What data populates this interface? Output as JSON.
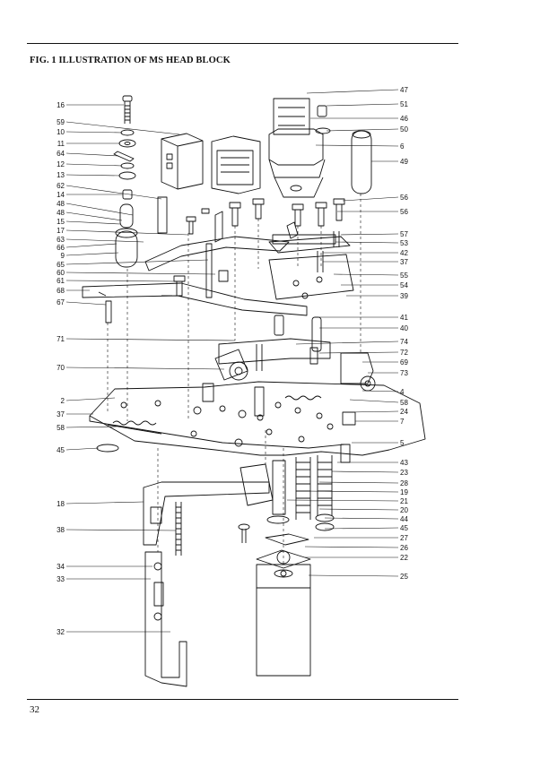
{
  "figure": {
    "title": "FIG. 1  ILLUSTRATION OF MS HEAD BLOCK",
    "page_number": "32"
  },
  "callouts_left": [
    "16",
    "59",
    "10",
    "11",
    "64",
    "12",
    "13",
    "62",
    "14",
    "48",
    "48",
    "15",
    "17",
    "63",
    "66",
    "9",
    "65",
    "60",
    "61",
    "68",
    "67",
    "71",
    "70",
    "2",
    "37",
    "58",
    "45",
    "18",
    "38",
    "34",
    "33",
    "32"
  ],
  "callouts_right": [
    "47",
    "51",
    "46",
    "50",
    "6",
    "49",
    "56",
    "56",
    "57",
    "53",
    "42",
    "37",
    "55",
    "54",
    "39",
    "41",
    "40",
    "74",
    "72",
    "69",
    "73",
    "4",
    "58",
    "24",
    "7",
    "5",
    "43",
    "23",
    "28",
    "19",
    "21",
    "20",
    "44",
    "45",
    "27",
    "26",
    "22",
    "25"
  ]
}
